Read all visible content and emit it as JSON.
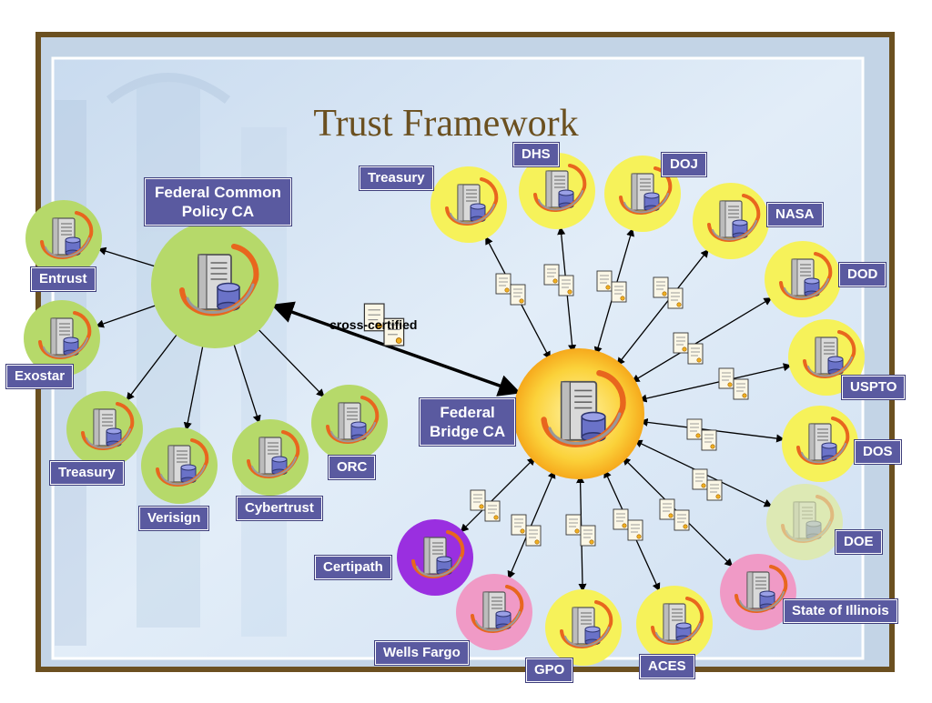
{
  "title": "Trust Framework",
  "colors": {
    "border": "#6b5020",
    "panel": "#dbe8f6",
    "label_bg": "#5a5aa0",
    "node_green": "#b6d96a",
    "node_yellow": "#f6f25a",
    "node_pink": "#f09ac6",
    "node_purple": "#9a2fe0",
    "node_pale": "#dde9b4",
    "node_orange": "#f9c52a"
  },
  "hubs": {
    "common_policy": {
      "label_line1": "Federal Common",
      "label_line2": "Policy CA"
    },
    "bridge": {
      "label_line1": "Federal",
      "label_line2": "Bridge CA"
    }
  },
  "edge_label": "cross-certified",
  "policy_members": [
    {
      "id": "entrust",
      "label": "Entrust"
    },
    {
      "id": "exostar",
      "label": "Exostar"
    },
    {
      "id": "treasury-left",
      "label": "Treasury"
    },
    {
      "id": "verisign",
      "label": "Verisign"
    },
    {
      "id": "cybertrust",
      "label": "Cybertrust"
    },
    {
      "id": "orc",
      "label": "ORC"
    }
  ],
  "bridge_members": [
    {
      "id": "treasury-top",
      "label": "Treasury"
    },
    {
      "id": "dhs",
      "label": "DHS"
    },
    {
      "id": "doj",
      "label": "DOJ"
    },
    {
      "id": "nasa",
      "label": "NASA"
    },
    {
      "id": "dod",
      "label": "DOD"
    },
    {
      "id": "uspto",
      "label": "USPTO"
    },
    {
      "id": "dos",
      "label": "DOS"
    },
    {
      "id": "doe",
      "label": "DOE"
    },
    {
      "id": "state-of-illinois",
      "label": "State of Illinois"
    },
    {
      "id": "aces",
      "label": "ACES"
    },
    {
      "id": "gpo",
      "label": "GPO"
    },
    {
      "id": "wells-fargo",
      "label": "Wells Fargo"
    },
    {
      "id": "certipath",
      "label": "Certipath"
    }
  ]
}
